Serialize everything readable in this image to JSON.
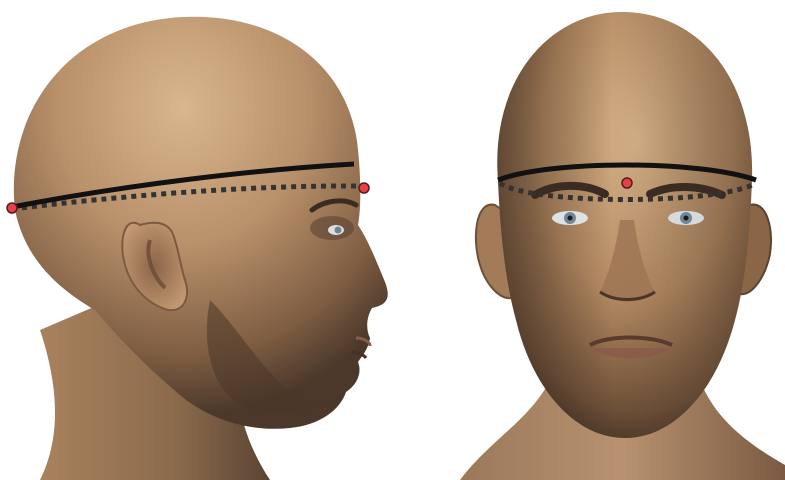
{
  "figure": {
    "views": [
      {
        "name": "side-view",
        "label": ""
      },
      {
        "name": "front-view",
        "label": ""
      }
    ],
    "measurement": {
      "front_line_style": "solid",
      "back_line_style": "dotted",
      "line_color": "#111111",
      "marker_color": "#e8404a",
      "marker_outline": "#5a1a1a"
    },
    "colors": {
      "skin_light": "#d8b38a",
      "skin_mid": "#b48a62",
      "skin_dark": "#6e5038",
      "skin_shadow": "#3e2e22",
      "brow": "#3a2c22",
      "eye": "#6f8793",
      "lip": "#8a5a4a",
      "background": "#ffffff"
    }
  }
}
